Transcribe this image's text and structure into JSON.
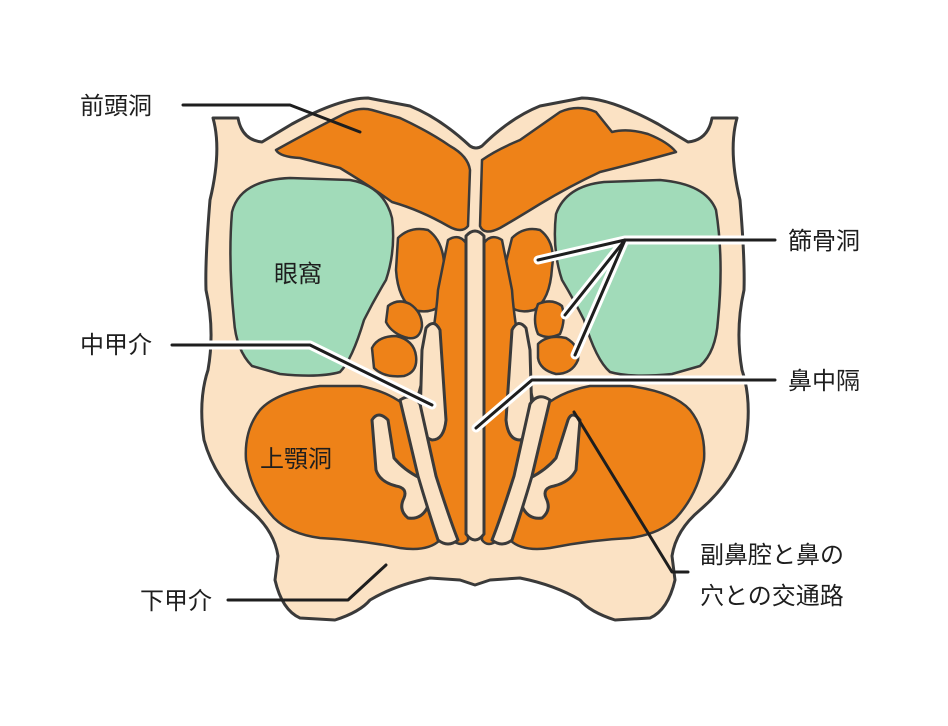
{
  "colors": {
    "bone": "#fbe2c4",
    "sinus": "#ee8218",
    "orbit": "#a1dbb9",
    "outline": "#3a3a3a",
    "text": "#1e1e1e",
    "background": "#ffffff"
  },
  "labels": {
    "frontal_sinus": "前頭洞",
    "ethmoid_sinus": "篩骨洞",
    "orbit": "眼窩",
    "middle_turbinate": "中甲介",
    "nasal_septum": "鼻中隔",
    "maxillary_sinus": "上顎洞",
    "ostium_line1": "副鼻腔と鼻の",
    "ostium_line2": "穴との交通路",
    "inferior_turbinate": "下甲介"
  }
}
